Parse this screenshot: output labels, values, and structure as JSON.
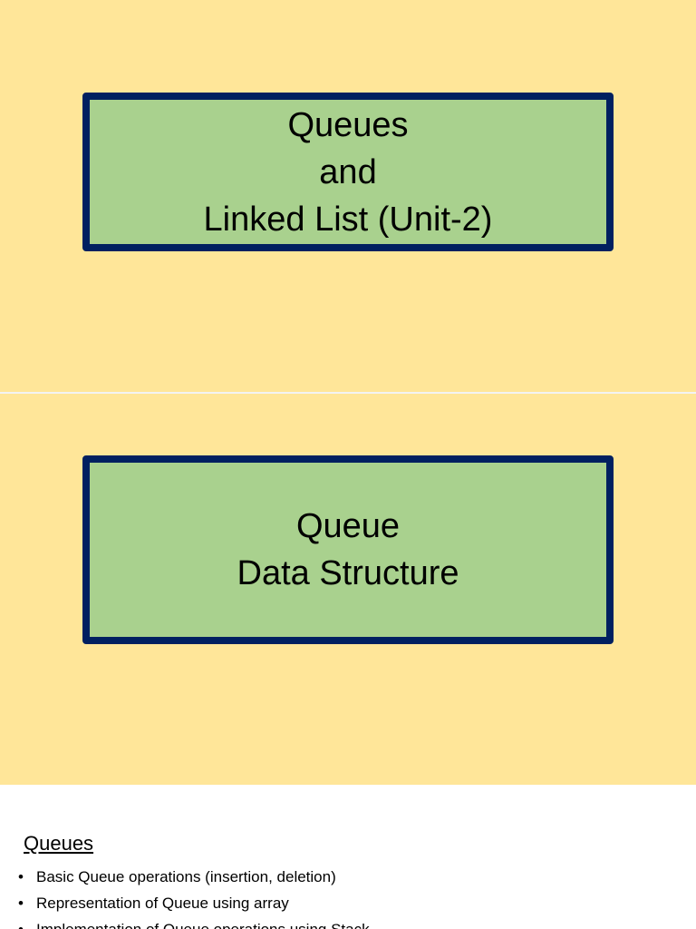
{
  "slides": [
    {
      "title_lines": [
        "Queues",
        "and",
        "Linked List (Unit-2)"
      ]
    },
    {
      "title_lines": [
        "Queue",
        "Data Structure"
      ]
    },
    {
      "heading": "Queues",
      "bullets": [
        "Basic Queue operations (insertion, deletion)",
        "Representation of Queue using array",
        "Implementation of Queue operations using Stack"
      ]
    }
  ],
  "colors": {
    "slide_background": "#FFE699",
    "box_fill": "#A9D18E",
    "box_border": "#002060"
  }
}
